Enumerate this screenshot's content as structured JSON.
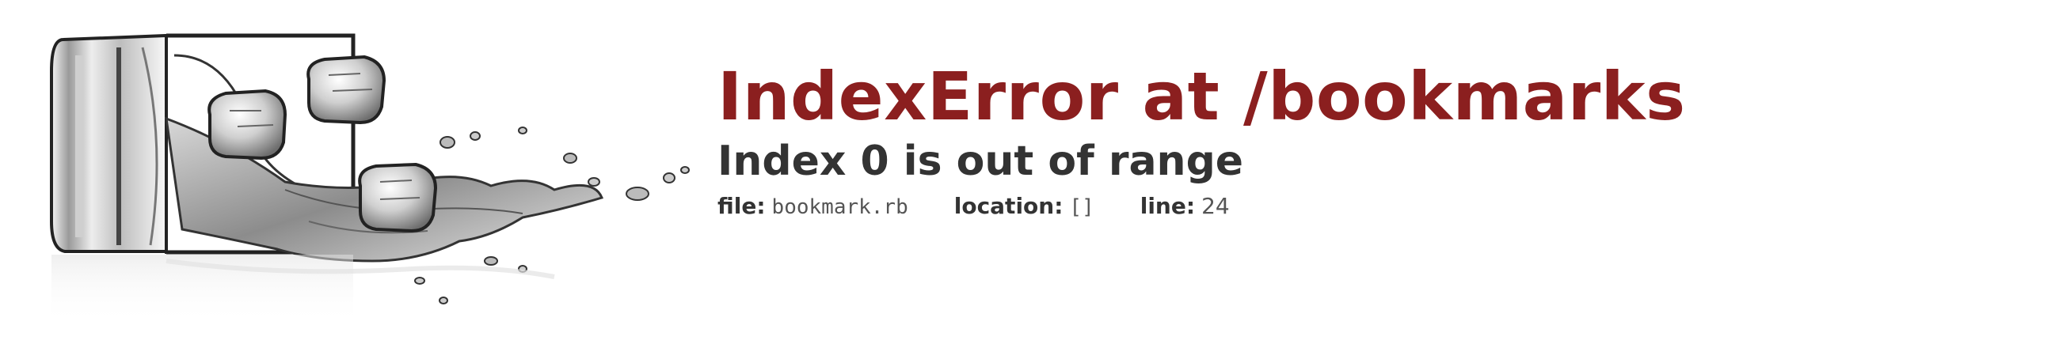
{
  "error": {
    "title": "IndexError at /bookmarks",
    "message": "Index 0 is out of range"
  },
  "meta": {
    "file_label": "file:",
    "file_value": "bookmark.rb",
    "location_label": "location:",
    "location_value": "[]",
    "line_label": "line:",
    "line_value": "24"
  },
  "colors": {
    "title": "#8b1f1f",
    "text": "#333333",
    "secondary": "#555555",
    "background": "#ffffff"
  },
  "icons": {
    "logo": "spilled-glass-with-ice-cubes"
  }
}
